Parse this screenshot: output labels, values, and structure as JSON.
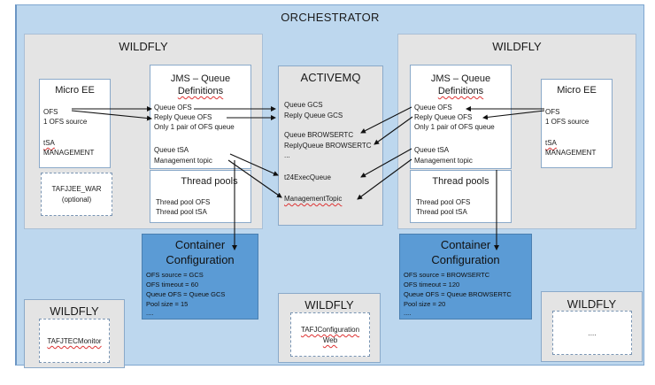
{
  "orchestrator": {
    "title": "ORCHESTRATOR"
  },
  "wildfly_left": {
    "title": "WILDFLY",
    "micro_ee": {
      "title": "Micro EE",
      "lines": [
        "OFS",
        "1 OFS source",
        "tSA",
        "MANAGEMENT"
      ]
    },
    "jms": {
      "title_line1": "JMS – Queue",
      "title_line2": "Definitions",
      "lines": [
        "Queue OFS",
        "Reply Queue OFS",
        "Only 1 pair of OFS queue",
        "Queue tSA",
        "Management topic"
      ]
    },
    "thread_pools": {
      "title": "Thread pools",
      "lines": [
        "Thread pool OFS",
        "Thread pool tSA"
      ]
    },
    "war": {
      "line1": "TAFJJEE_WAR",
      "line2": "(optional)"
    }
  },
  "activemq": {
    "title": "ACTIVEMQ",
    "lines": [
      "Queue GCS",
      "Reply Queue GCS",
      "Queue BROWSERTC",
      "ReplyQueue BROWSERTC",
      "...",
      "t24ExecQueue",
      "ManagementTopic"
    ]
  },
  "wildfly_right": {
    "title": "WILDFLY",
    "micro_ee": {
      "title": "Micro EE",
      "lines": [
        "OFS",
        "1 OFS source",
        "tSA",
        "MANAGEMENT"
      ]
    },
    "jms": {
      "title_line1": "JMS – Queue",
      "title_line2": "Definitions",
      "lines": [
        "Queue OFS",
        "Reply Queue OFS",
        "Only 1 pair of OFS queue",
        "Queue tSA",
        "Management topic"
      ]
    },
    "thread_pools": {
      "title": "Thread pools",
      "lines": [
        "Thread pool OFS",
        "Thread pool tSA"
      ]
    }
  },
  "config_left": {
    "title_line1": "Container",
    "title_line2": "Configuration",
    "lines": [
      "OFS source = GCS",
      "OFS timeout = 60",
      "Queue OFS = Queue GCS",
      "Pool size = 15",
      "...."
    ]
  },
  "config_right": {
    "title_line1": "Container",
    "title_line2": "Configuration",
    "lines": [
      "OFS source = BROWSERTC",
      "OFS timeout = 120",
      "Queue OFS = Queue BROWSERTC",
      "Pool size = 20",
      "...."
    ]
  },
  "bottom": {
    "monitor": {
      "title": "WILDFLY",
      "app": "TAFJTECMonitor"
    },
    "config_web": {
      "title": "WILDFLY",
      "app_line1": "TAFJConfiguration",
      "app_line2": "Web"
    },
    "other": {
      "title": "WILDFLY",
      "app": "...."
    }
  },
  "colors": {
    "orchestrator_bg": "#bdd7ee",
    "wildfly_bg": "#e4e4e4",
    "config_bg": "#5b9bd5",
    "box_border": "#8aa9c9"
  }
}
